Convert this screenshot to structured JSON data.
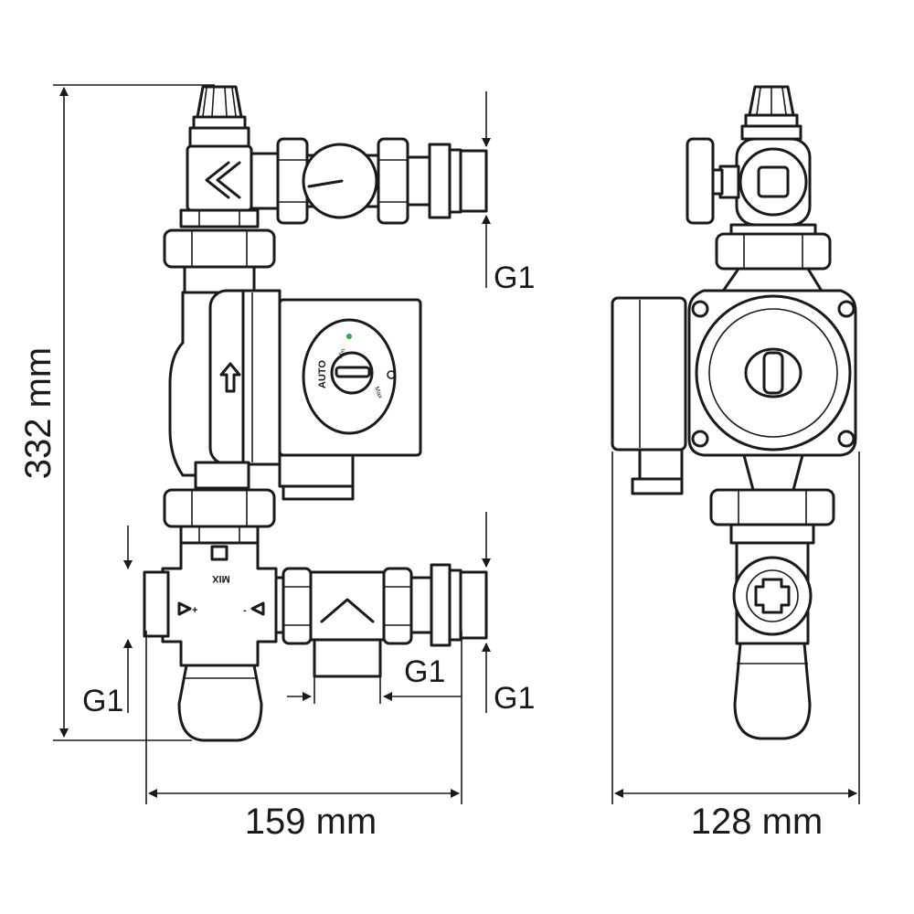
{
  "dimensions": {
    "height": "332 mm",
    "width_front": "159 mm",
    "width_side": "128 mm"
  },
  "thread_labels": {
    "top_outlet": "G1",
    "bottom_left": "G1",
    "bottom_middle": "G1",
    "bottom_right": "G1"
  },
  "pump_labels": {
    "mode": "AUTO",
    "min": "Min",
    "max": "Max"
  },
  "valve_labels": {
    "mix": "MIX",
    "plus": "+",
    "minus": "-"
  },
  "colors": {
    "line": "#1a1a1a",
    "background": "#ffffff",
    "accent": "#2aa84a"
  }
}
